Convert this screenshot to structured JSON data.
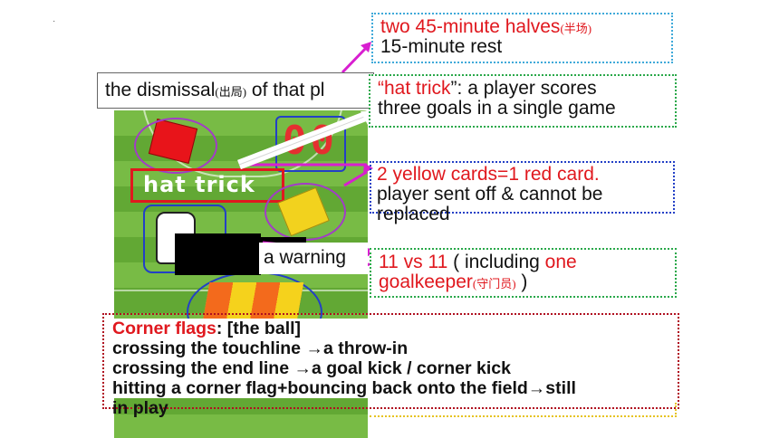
{
  "slide_mark": "·",
  "field": {
    "hat_trick_label": "hat trick",
    "score_digits": "00"
  },
  "dismissal": {
    "lead": "the dismissal",
    "note": "(出局)",
    "tail": " of that pl"
  },
  "halves": {
    "line1": "two 45-minute halves",
    "note": "(半场)",
    "line2": "15-minute rest"
  },
  "hat_trick": {
    "open_quote": "“",
    "term": "hat trick",
    "line1_rest": "”: a player scores",
    "line2": "three goals in a single game"
  },
  "cards": {
    "line1": "2 yellow cards=1 red card.",
    "line2": "player sent off & cannot be",
    "line3": "replaced"
  },
  "warning": {
    "text": "a warning"
  },
  "players": {
    "count": "11 vs 11",
    "middle": " ( including ",
    "one": "one",
    "goalkeeper": "goalkeeper",
    "note": "(守门员)",
    "close": " )"
  },
  "corner": {
    "title": "Corner flags",
    "title_rest": ": [the ball]",
    "line1": "crossing the touchline →a throw-in",
    "line2": "crossing the end line →a goal kick / corner kick",
    "line3": "hitting a corner flag+bouncing back onto the field→still",
    "line4": "in play"
  },
  "colors": {
    "accent_red": "#e0181e",
    "magenta": "#d81fd0",
    "border_cyan": "#3fa9d9",
    "border_green": "#2aa84a",
    "border_blue": "#2340c6",
    "border_darkred": "#b01020"
  }
}
